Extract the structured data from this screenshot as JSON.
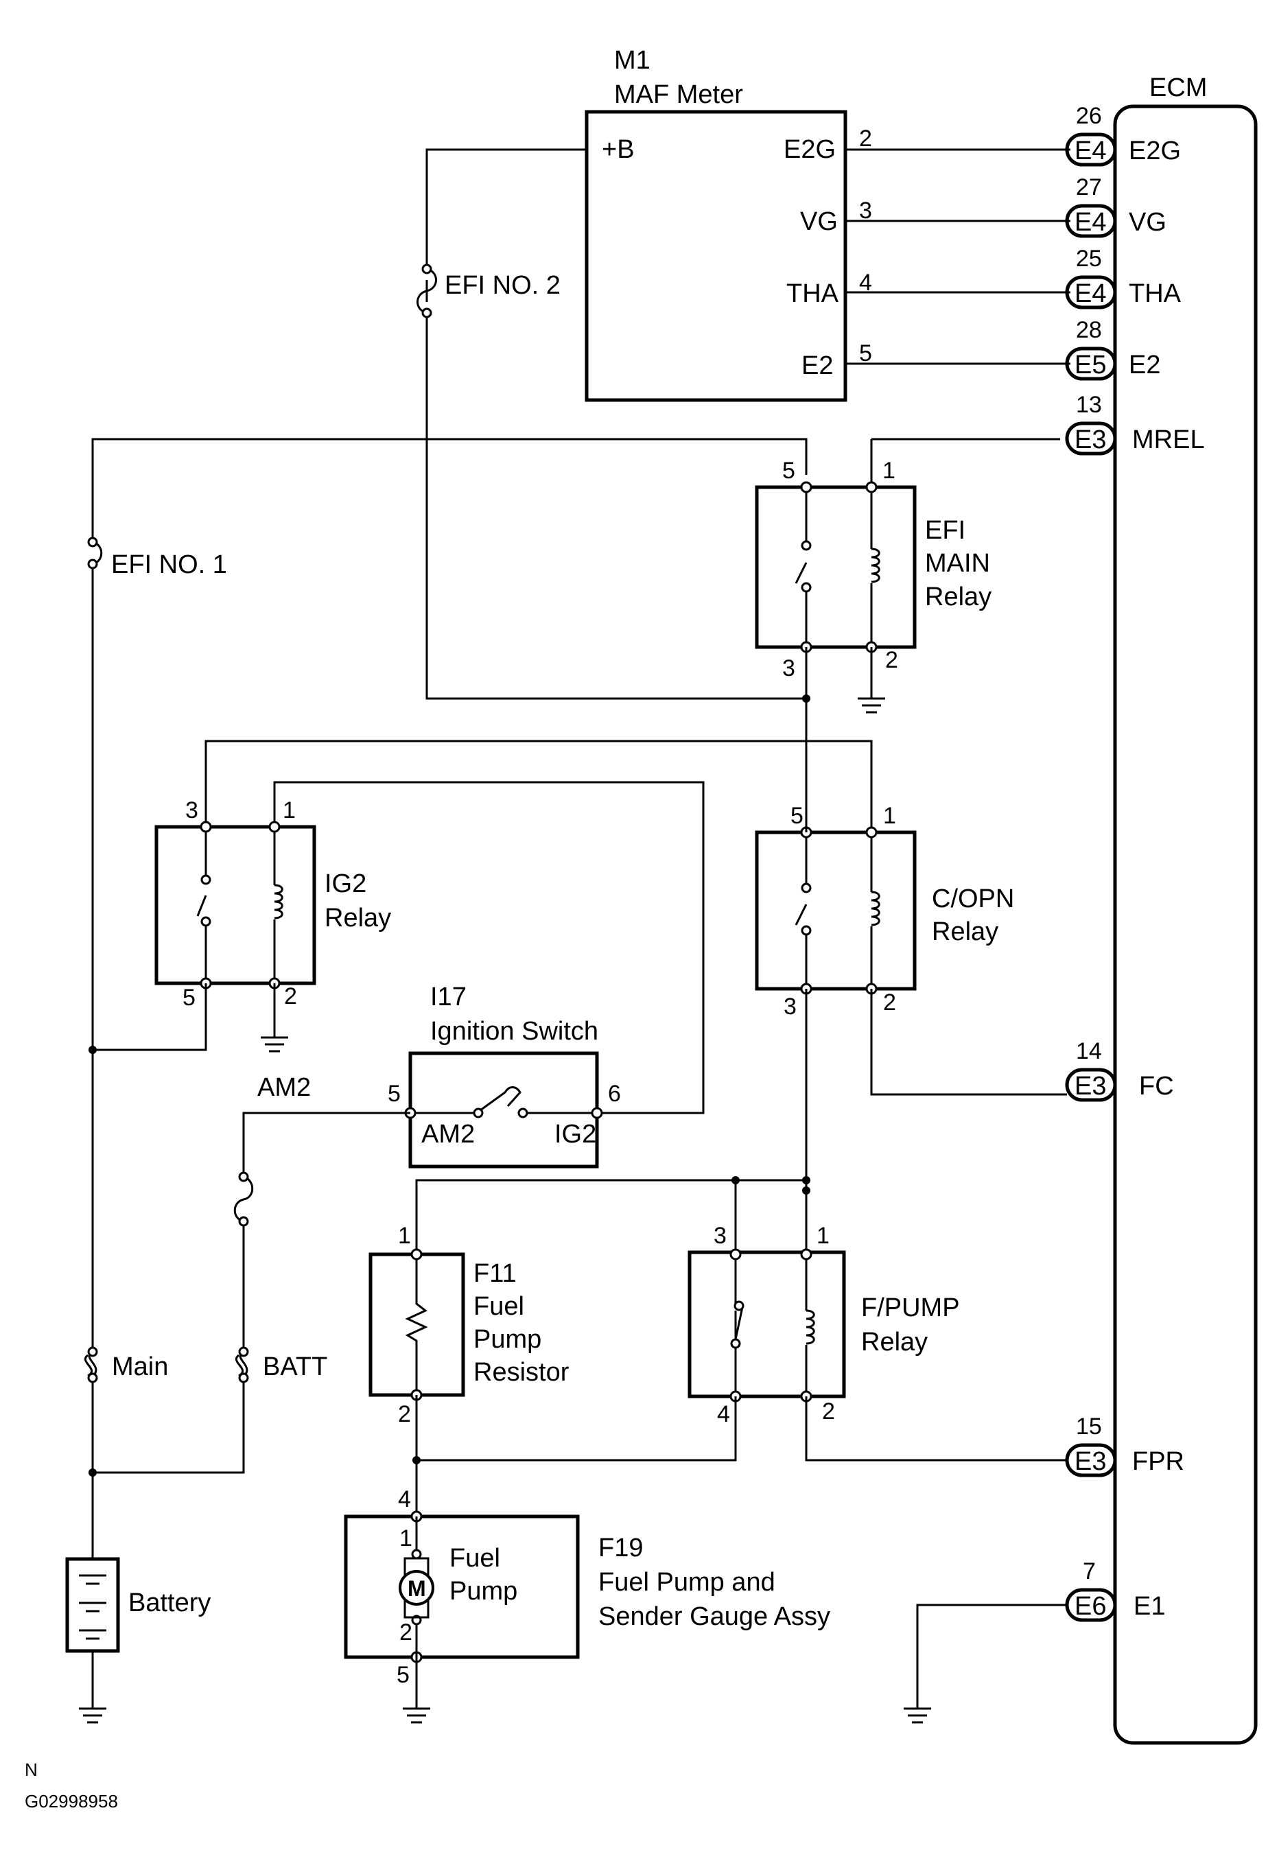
{
  "maf": {
    "id": "M1",
    "name": "MAF Meter",
    "pin_b": "+B",
    "pin_e2g": "E2G",
    "pin_vg": "VG",
    "pin_tha": "THA",
    "pin_e2": "E2",
    "n_e2g": "2",
    "n_vg": "3",
    "n_tha": "4",
    "n_e2": "5"
  },
  "ecm": {
    "title": "ECM",
    "rows": [
      {
        "num": "26",
        "conn": "E4",
        "sig": "E2G"
      },
      {
        "num": "27",
        "conn": "E4",
        "sig": "VG"
      },
      {
        "num": "25",
        "conn": "E4",
        "sig": "THA"
      },
      {
        "num": "28",
        "conn": "E5",
        "sig": "E2"
      },
      {
        "num": "13",
        "conn": "E3",
        "sig": "MREL"
      },
      {
        "num": "14",
        "conn": "E3",
        "sig": "FC"
      },
      {
        "num": "15",
        "conn": "E3",
        "sig": "FPR"
      },
      {
        "num": "7",
        "conn": "E6",
        "sig": "E1"
      }
    ]
  },
  "fuses": {
    "efi1": "EFI NO. 1",
    "efi2": "EFI NO. 2",
    "main": "Main",
    "batt": "BATT",
    "am2": "AM2"
  },
  "efi_main_relay": {
    "line1": "EFI",
    "line2": "MAIN",
    "line3": "Relay",
    "p5": "5",
    "p1": "1",
    "p3": "3",
    "p2": "2"
  },
  "ig2_relay": {
    "line1": "IG2",
    "line2": "Relay",
    "p3": "3",
    "p1": "1",
    "p5": "5",
    "p2": "2"
  },
  "copn_relay": {
    "line1": "C/OPN",
    "line2": "Relay",
    "p5": "5",
    "p1": "1",
    "p3": "3",
    "p2": "2"
  },
  "ign_switch": {
    "id": "I17",
    "name": "Ignition Switch",
    "pin_am2": "AM2",
    "pin_ig2": "IG2",
    "p5": "5",
    "p6": "6"
  },
  "resistor": {
    "id": "F11",
    "line1": "Fuel",
    "line2": "Pump",
    "line3": "Resistor",
    "p1": "1",
    "p2": "2"
  },
  "fpump_relay": {
    "line1": "F/PUMP",
    "line2": "Relay",
    "p3": "3",
    "p1": "1",
    "p4": "4",
    "p2": "2"
  },
  "fuel_pump": {
    "id": "F19",
    "line1": "Fuel Pump and",
    "line2": "Sender Gauge Assy",
    "name1": "Fuel",
    "name2": "Pump",
    "motor": "M",
    "p4": "4",
    "p1": "1",
    "p2": "2",
    "p5": "5"
  },
  "battery": {
    "name": "Battery"
  },
  "footer": {
    "mark": "N",
    "code": "G02998958"
  }
}
